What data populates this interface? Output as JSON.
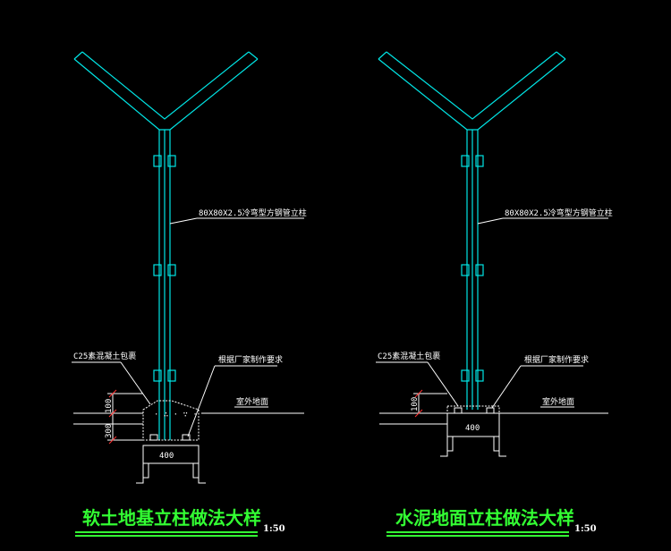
{
  "colors": {
    "background": "#000000",
    "column_line": "#00e5e5",
    "annotation": "#ffffff",
    "title": "#33ff33",
    "dimension_mark": "#ff3030"
  },
  "left_detail": {
    "title": "软土地基立柱做法大样",
    "scale": "1:50",
    "pipe_label": "80X80X2.5冷弯型方钢管立柱",
    "concrete_label": "C25素混凝土包裹",
    "maker_label": "根据厂家制作要求",
    "ground_label": "室外地面",
    "dim_width": "400",
    "dim_top": "100",
    "dim_bottom": "300"
  },
  "right_detail": {
    "title": "水泥地面立柱做法大样",
    "scale": "1:50",
    "pipe_label": "80X80X2.5冷弯型方钢管立柱",
    "concrete_label": "C25素混凝土包裹",
    "maker_label": "根据厂家制作要求",
    "ground_label": "室外地面",
    "dim_width": "400",
    "dim_top": "100"
  }
}
